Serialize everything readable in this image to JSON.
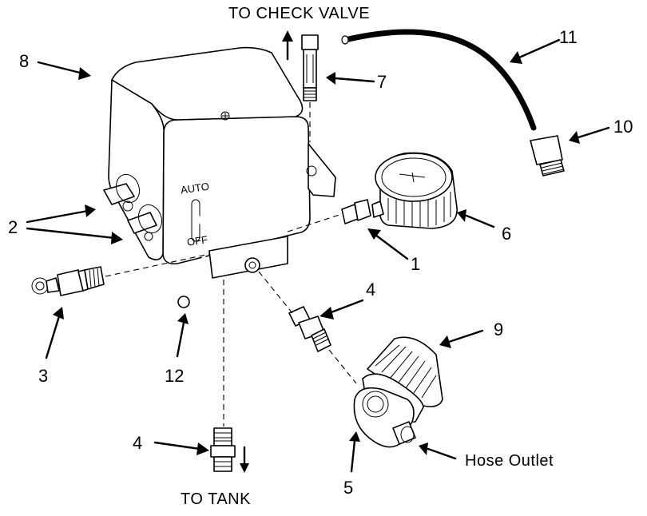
{
  "diagram": {
    "captions": {
      "to_check_valve": "TO CHECK VALVE",
      "to_tank": "TO TANK",
      "hose_outlet": "Hose Outlet",
      "switch_auto": "AUTO",
      "switch_off": "OFF"
    },
    "callouts": [
      {
        "id": "n1",
        "text": "1"
      },
      {
        "id": "n2",
        "text": "2"
      },
      {
        "id": "n3",
        "text": "3"
      },
      {
        "id": "n4a",
        "text": "4"
      },
      {
        "id": "n4b",
        "text": "4"
      },
      {
        "id": "n5",
        "text": "5"
      },
      {
        "id": "n6",
        "text": "6"
      },
      {
        "id": "n7",
        "text": "7"
      },
      {
        "id": "n8",
        "text": "8"
      },
      {
        "id": "n9",
        "text": "9"
      },
      {
        "id": "n10",
        "text": "10"
      },
      {
        "id": "n11",
        "text": "11"
      },
      {
        "id": "n12",
        "text": "12"
      }
    ]
  }
}
